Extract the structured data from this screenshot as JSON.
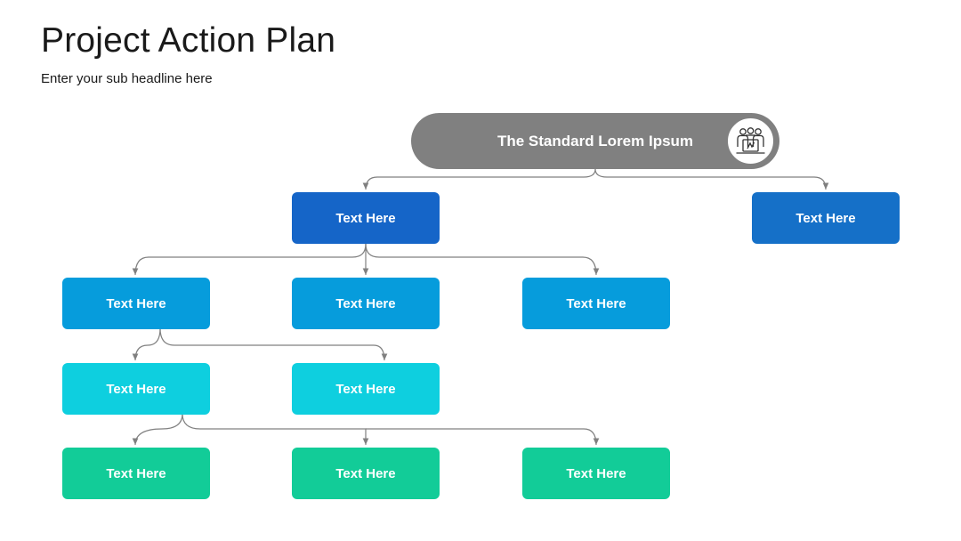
{
  "header": {
    "title": "Project Action Plan",
    "subtitle": "Enter your sub headline here"
  },
  "root": {
    "label": "The Standard Lorem Ipsum",
    "icon": "team-presentation-icon",
    "color": "#808080"
  },
  "colors": {
    "level1": "#1565C8",
    "level2": "#069CDC",
    "level3": "#0ECFDF",
    "level4": "#12CC98",
    "connector": "#808080"
  },
  "nodes": {
    "l1_left": "Text Here",
    "l1_right": "Text Here",
    "l2_a": "Text Here",
    "l2_b": "Text Here",
    "l2_c": "Text Here",
    "l3_a": "Text Here",
    "l3_b": "Text Here",
    "l4_a": "Text Here",
    "l4_b": "Text Here",
    "l4_c": "Text Here"
  }
}
